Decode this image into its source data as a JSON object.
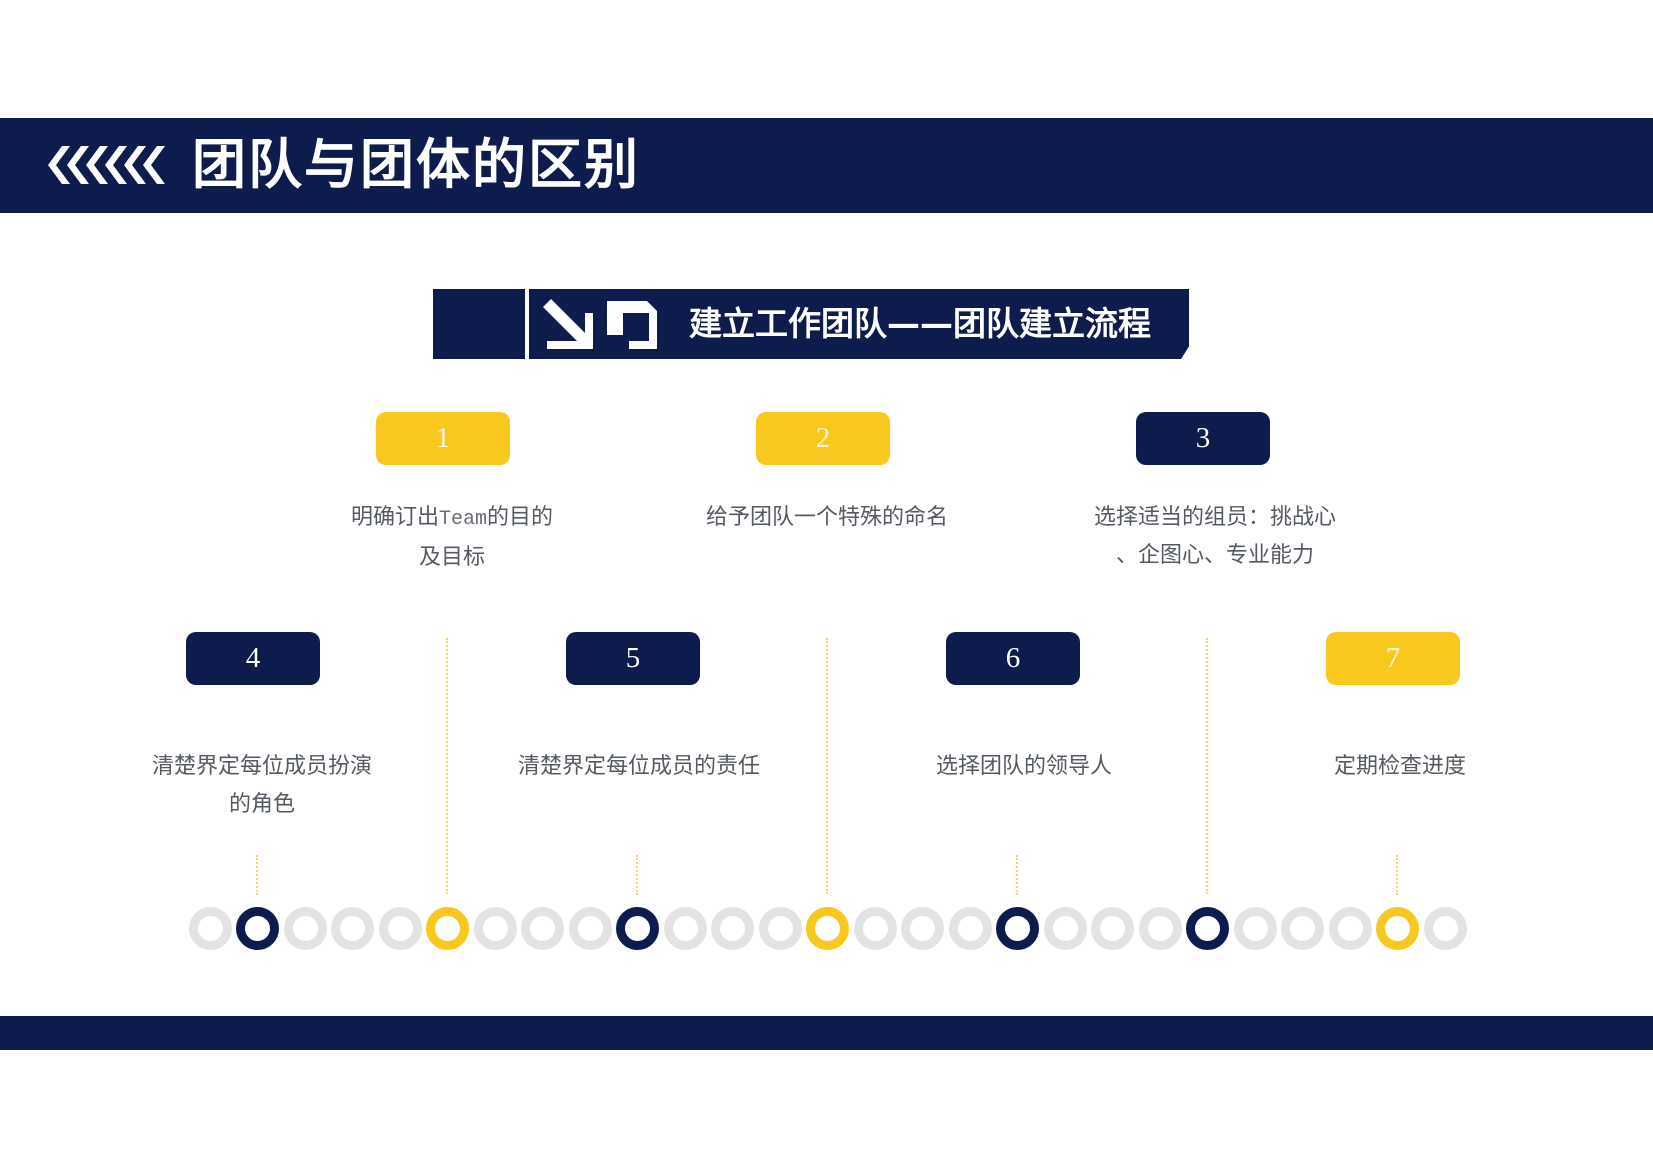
{
  "header": {
    "title": "团队与团体的区别",
    "icon": "chevrons-left-icon"
  },
  "banner": {
    "title": "建立工作团队——团队建立流程",
    "icon": "arrow-down-right-square-icon"
  },
  "colors": {
    "navy": "#0e1b4d",
    "yellow": "#f9c81f",
    "gray_circle": "#e3e3e5",
    "text": "#555a62"
  },
  "steps": [
    {
      "number": "1",
      "color": "yellow",
      "line1": "明确订出",
      "mono": "Team",
      "line1_end": "的目的",
      "line2": "及目标"
    },
    {
      "number": "2",
      "color": "yellow",
      "line1": "给予团队一个特殊的命名",
      "line2": ""
    },
    {
      "number": "3",
      "color": "navy",
      "line1": "选择适当的组员：挑战心",
      "line2": "、企图心、专业能力"
    },
    {
      "number": "4",
      "color": "navy",
      "line1": "清楚界定每位成员扮演",
      "line2": "的角色"
    },
    {
      "number": "5",
      "color": "navy",
      "line1": "清楚界定每位成员的责任",
      "line2": ""
    },
    {
      "number": "6",
      "color": "navy",
      "line1": "选择团队的领导人",
      "line2": ""
    },
    {
      "number": "7",
      "color": "yellow",
      "line1": "定期检查进度",
      "line2": ""
    }
  ],
  "timeline": {
    "circle_count": 27,
    "highlighted": {
      "1": "navy",
      "5": "yellow",
      "9": "navy",
      "13": "yellow",
      "17": "navy",
      "21": "navy",
      "25": "yellow"
    }
  }
}
